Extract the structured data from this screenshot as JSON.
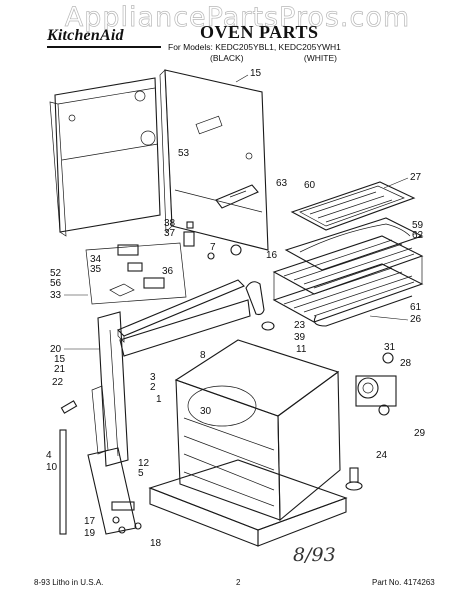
{
  "watermark": "AppliancePartsPros.com",
  "header": {
    "brand": "KitchenAid",
    "title": "OVEN PARTS",
    "models_line": "For Models: KEDC205YBL1, KEDC205YWH1",
    "colors_line": "(BLACK) (WHITE)"
  },
  "callouts": [
    "15",
    "53",
    "63",
    "60",
    "27",
    "59",
    "62",
    "16",
    "61",
    "26",
    "38",
    "37",
    "7",
    "34",
    "35",
    "36",
    "52",
    "56",
    "33",
    "23",
    "39",
    "31",
    "28",
    "20",
    "8",
    "11",
    "15",
    "21",
    "22",
    "3",
    "2",
    "30",
    "4",
    "10",
    "12",
    "5",
    "29",
    "24",
    "17",
    "19",
    "18",
    "1"
  ],
  "handwritten_note": "8/93",
  "footer": {
    "left": "8-93   Litho in U.S.A.",
    "page": "2",
    "part_no": "Part No. 4174263"
  }
}
